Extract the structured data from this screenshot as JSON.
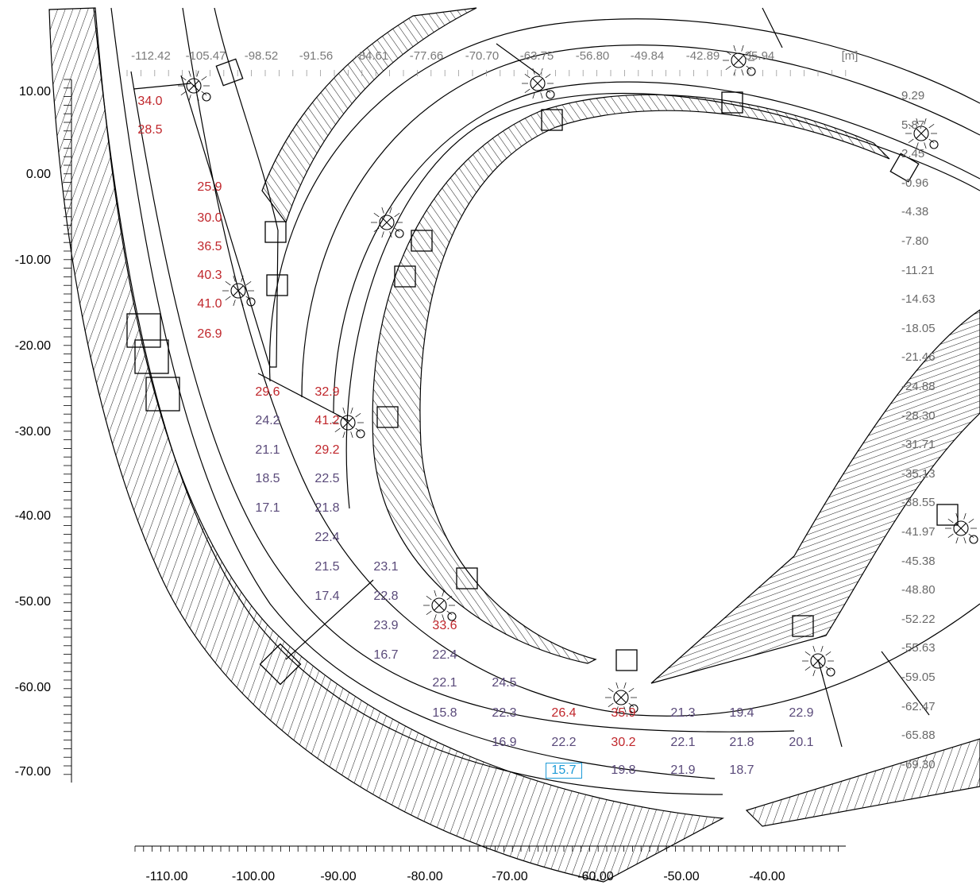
{
  "colors": {
    "high": "#c0262b",
    "normal": "#5a4a7a",
    "selected": "#1e9bd7",
    "lines": "#000000",
    "top_axis": "#7a7a7a"
  },
  "axes": {
    "left": [
      "10.00",
      "0.00",
      "-10.00",
      "-20.00",
      "-30.00",
      "-40.00",
      "-50.00",
      "-60.00",
      "-70.00"
    ],
    "bottom": [
      "-110.00",
      "-100.00",
      "-90.00",
      "-80.00",
      "-70.00",
      "-60.00",
      "-50.00",
      "-40.00"
    ],
    "top": [
      "-112.42",
      "-105.47",
      "-98.52",
      "-91.56",
      "-84.61",
      "-77.66",
      "-70.70",
      "-63.75",
      "-56.80",
      "-49.84",
      "-42.89",
      "-35.94"
    ],
    "top_unit": "[m]",
    "right": [
      "9.29",
      "5.87",
      "2.45",
      "-0.96",
      "-4.38",
      "-7.80",
      "-11.21",
      "-14.63",
      "-18.05",
      "-21.46",
      "-24.88",
      "-28.30",
      "-31.71",
      "-35.13",
      "-38.55",
      "-41.97",
      "-45.38",
      "-48.80",
      "-52.22",
      "-55.63",
      "-59.05",
      "-62.47",
      "-65.88",
      "-69.30"
    ]
  },
  "values": [
    {
      "t": "34.0",
      "c": "red"
    },
    {
      "t": "28.5",
      "c": "red"
    },
    {
      "t": "25.9",
      "c": "red"
    },
    {
      "t": "30.0",
      "c": "red"
    },
    {
      "t": "36.5",
      "c": "red"
    },
    {
      "t": "40.3",
      "c": "red"
    },
    {
      "t": "41.0",
      "c": "red"
    },
    {
      "t": "26.9",
      "c": "red"
    },
    {
      "t": "29.6",
      "c": "red"
    },
    {
      "t": "32.9",
      "c": "red"
    },
    {
      "t": "24.2",
      "c": "purple"
    },
    {
      "t": "41.2",
      "c": "red"
    },
    {
      "t": "21.1",
      "c": "purple"
    },
    {
      "t": "29.2",
      "c": "red"
    },
    {
      "t": "18.5",
      "c": "purple"
    },
    {
      "t": "22.5",
      "c": "purple"
    },
    {
      "t": "17.1",
      "c": "purple"
    },
    {
      "t": "21.8",
      "c": "purple"
    },
    {
      "t": "22.4",
      "c": "purple"
    },
    {
      "t": "21.5",
      "c": "purple"
    },
    {
      "t": "23.1",
      "c": "purple"
    },
    {
      "t": "17.4",
      "c": "purple"
    },
    {
      "t": "22.8",
      "c": "purple"
    },
    {
      "t": "23.9",
      "c": "purple"
    },
    {
      "t": "33.6",
      "c": "red"
    },
    {
      "t": "16.7",
      "c": "purple"
    },
    {
      "t": "22.4",
      "c": "purple"
    },
    {
      "t": "22.1",
      "c": "purple"
    },
    {
      "t": "24.5",
      "c": "purple"
    },
    {
      "t": "15.8",
      "c": "purple"
    },
    {
      "t": "22.3",
      "c": "purple"
    },
    {
      "t": "26.4",
      "c": "red"
    },
    {
      "t": "35.9",
      "c": "red"
    },
    {
      "t": "21.3",
      "c": "purple"
    },
    {
      "t": "19.4",
      "c": "purple"
    },
    {
      "t": "22.9",
      "c": "purple"
    },
    {
      "t": "16.9",
      "c": "purple"
    },
    {
      "t": "22.2",
      "c": "purple"
    },
    {
      "t": "30.2",
      "c": "red"
    },
    {
      "t": "22.1",
      "c": "purple"
    },
    {
      "t": "21.8",
      "c": "purple"
    },
    {
      "t": "20.1",
      "c": "purple"
    },
    {
      "t": "15.7",
      "c": "sel"
    },
    {
      "t": "19.8",
      "c": "purple"
    },
    {
      "t": "21.9",
      "c": "purple"
    },
    {
      "t": "18.7",
      "c": "purple"
    }
  ],
  "luminaires": 11
}
